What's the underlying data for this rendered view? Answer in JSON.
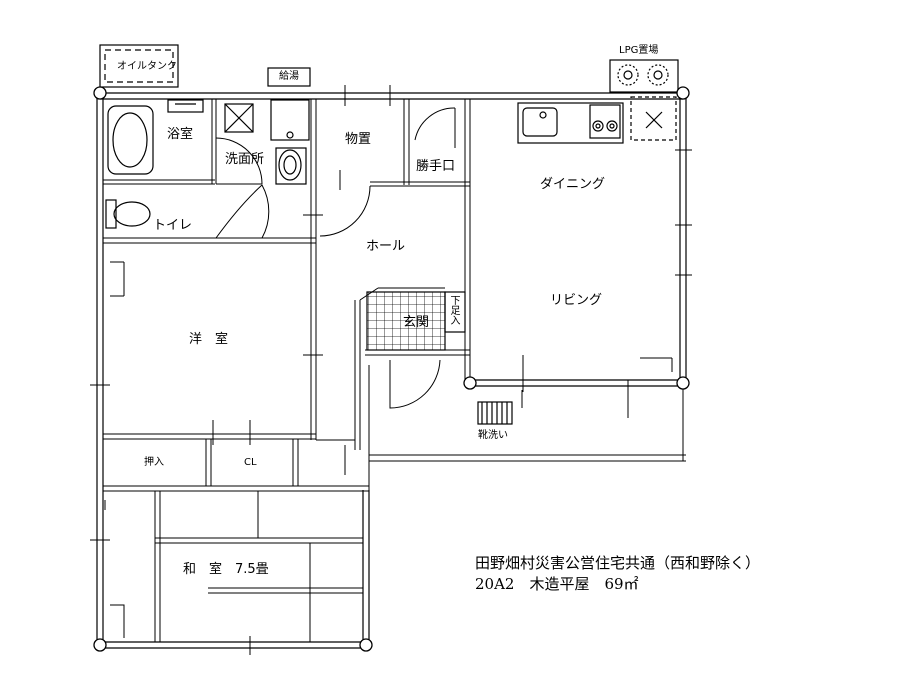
{
  "rooms": {
    "bathroom": "浴室",
    "washroom": "洗面所",
    "storage": "物置",
    "service_entrance": "勝手口",
    "dining": "ダイニング",
    "toilet": "トイレ",
    "hall": "ホール",
    "western_room": "洋　室",
    "living": "リビング",
    "entrance": "玄関",
    "oshiire": "押入",
    "closet": "CL",
    "japanese_room": "和　室　7.5畳"
  },
  "fixtures": {
    "oil_tank": "オイルタンク",
    "water_heater": "給湯",
    "lpg_storage": "LPG置場",
    "shoe_washing": "靴洗い",
    "shoe_storage": "下足入"
  },
  "caption": {
    "line1": "田野畑村災害公営住宅共通（西和野除く）",
    "line2": "20A2　木造平屋　69㎡"
  }
}
